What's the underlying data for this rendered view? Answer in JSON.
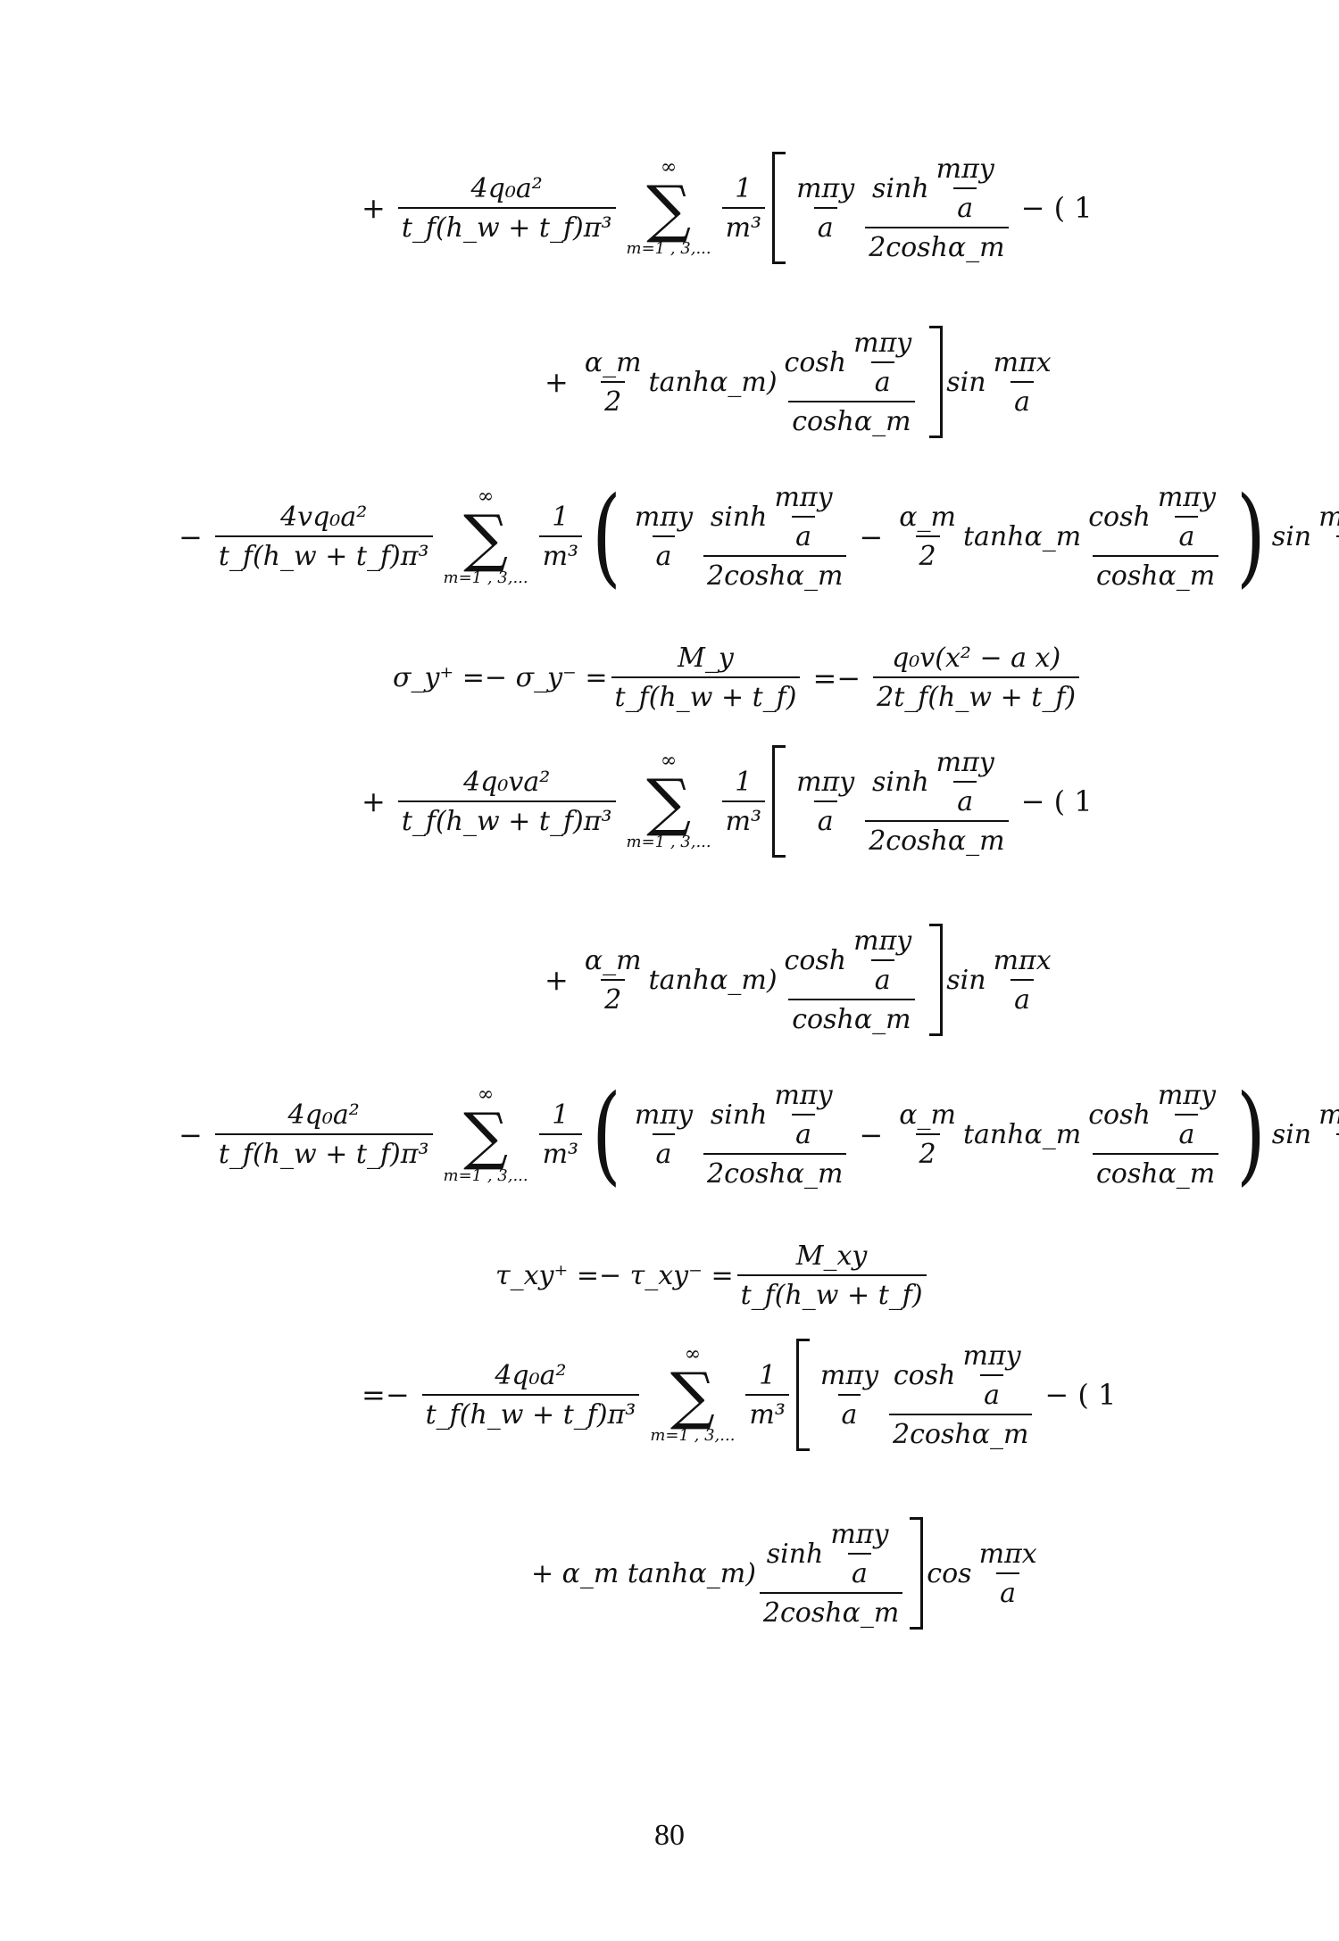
{
  "page_number": "80",
  "sym": {
    "plus": "+",
    "minus": "−",
    "eq": "=",
    "eqminus": "=−",
    "inf": "∞",
    "sigma": "∑",
    "idx": "m=1 , 3,...",
    "one": "1",
    "m3": "m³",
    "lparen": "(",
    "rparen": ")"
  },
  "terms": {
    "four_q0_a2": "4q₀a²",
    "four_vq0_a2": "4vq₀a²",
    "four_q0_va2": "4q₀va²",
    "den_tf_pi3": "t_f(h_w + t_f)π³",
    "mpiy": "mπy",
    "mpix": "mπx",
    "a": "a",
    "sinh": "sinh",
    "cosh": "cosh",
    "two_cosh_am": "2coshα_m",
    "cosh_am": "coshα_m",
    "minus_open_1": "− ( 1",
    "alpha_m": "α_m",
    "two": "2",
    "tanh_am_close": "tanhα_m)",
    "tanh_am": "tanhα_m",
    "sin": "sin",
    "cos": "cos",
    "plus_am_tanh": "+ α_m tanhα_m)"
  },
  "eq4": {
    "lhs": "σ_y⁺ =− σ_y⁻ =",
    "My": "M_y",
    "den1": "t_f(h_w + t_f)",
    "rhs_num": "q₀v(x² − a x)",
    "rhs_den": "2t_f(h_w + t_f)"
  },
  "eq9": {
    "lhs": "τ_xy⁺ =− τ_xy⁻ =",
    "Mxy": "M_xy",
    "den": "t_f(h_w + t_f)"
  }
}
